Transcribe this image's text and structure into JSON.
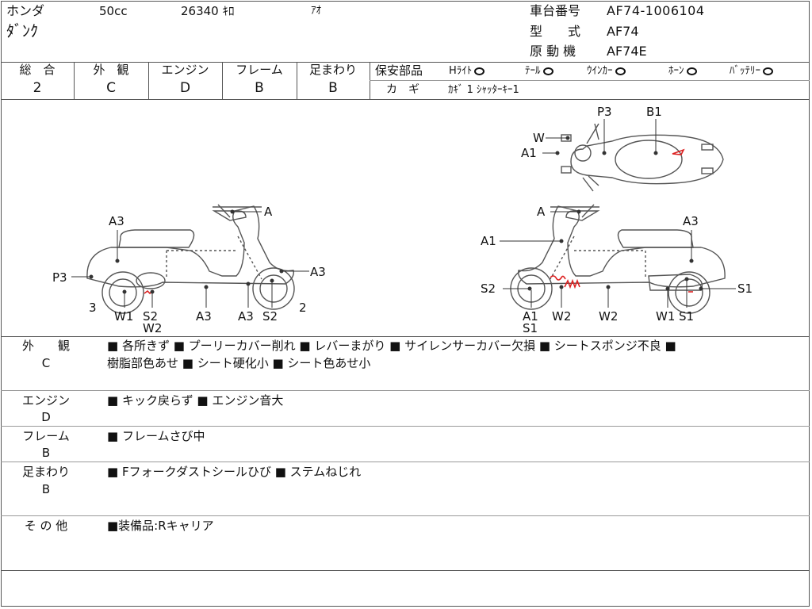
{
  "header": {
    "maker": "ホンダ",
    "displacement": "50cc",
    "mileage": "26340 ｷﾛ",
    "color": "ｱｵ",
    "model_name": "ﾀﾞﾝｸ",
    "frame_number_label": "車台番号",
    "frame_number": "AF74-1006104",
    "model_label": "型　　式",
    "model_code": "AF74",
    "engine_label": "原 動 機",
    "engine_code": "AF74E"
  },
  "grades": {
    "overall_label": "総　合",
    "overall": "2",
    "exterior_label": "外　観",
    "exterior": "C",
    "engine_label": "エンジン",
    "engine": "D",
    "frame_label": "フレーム",
    "frame": "B",
    "suspension_label": "足まわり",
    "suspension": "B"
  },
  "safety": {
    "label": "保安部品",
    "items": [
      {
        "name": "Hﾗｲﾄ",
        "status": "O"
      },
      {
        "name": "ﾃｰﾙ",
        "status": "O"
      },
      {
        "name": "ｳｲﾝｶｰ",
        "status": "O"
      },
      {
        "name": "ﾎｰﾝ",
        "status": "O"
      },
      {
        "name": "ﾊﾞｯﾃﾘｰ",
        "status": "O"
      }
    ],
    "key_label": "カ　ギ",
    "key_value": "ｶｷﾞ 1 ｼｬｯﾀｰｷｰ1"
  },
  "diagram": {
    "left_labels": [
      "A",
      "A3",
      "A3",
      "P3",
      "3",
      "W1",
      "S2",
      "W2",
      "A3",
      "A3",
      "S2",
      "2"
    ],
    "right_labels": [
      "A",
      "A1",
      "A3",
      "S2",
      "A1",
      "S1",
      "W2",
      "W2",
      "W1",
      "S1",
      "S1"
    ],
    "top_labels": [
      "P3",
      "B1",
      "W",
      "A1"
    ]
  },
  "remarks": [
    {
      "category": "外　　観",
      "grade": "C",
      "text1": "■ 各所きず ■ プーリーカバー削れ ■ レバーまがり ■ サイレンサーカバー欠損 ■ シートスポンジ不良 ■",
      "text2": "樹脂部色あせ ■ シート硬化小 ■ シート色あせ小"
    },
    {
      "category": "エンジン",
      "grade": "D",
      "text1": "■ キック戻らず ■ エンジン音大"
    },
    {
      "category": "フレーム",
      "grade": "B",
      "text1": "■ フレームさび中"
    },
    {
      "category": "足まわり",
      "grade": "B",
      "text1": "■ Fフォークダストシールひび ■ ステムねじれ"
    },
    {
      "category": "そ の 他",
      "text1": "■装備品:Rキャリア"
    }
  ]
}
